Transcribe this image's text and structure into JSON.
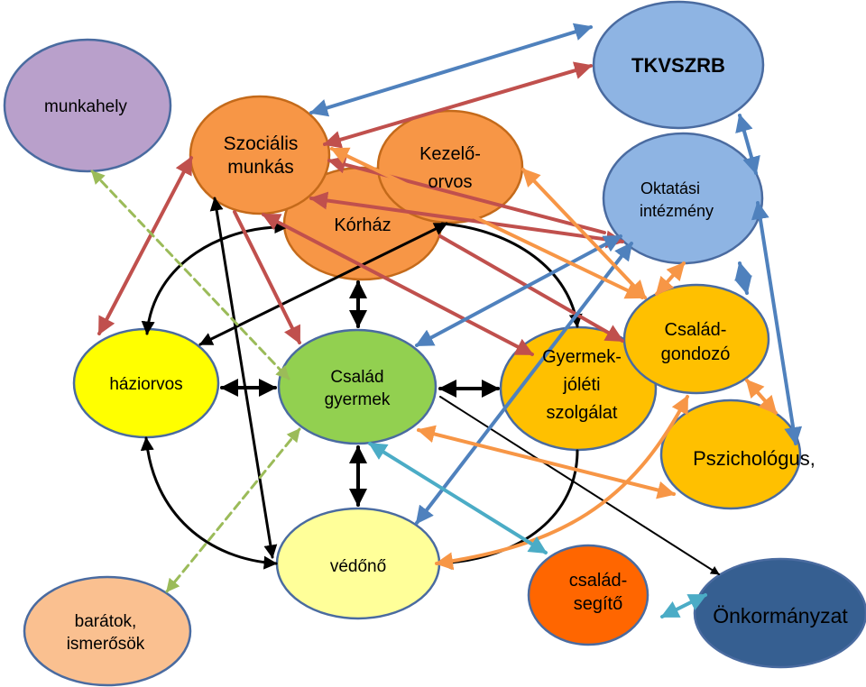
{
  "nodes": {
    "munkahely": {
      "label": "munkahely",
      "fill": "#b9a0cb"
    },
    "szocialis": {
      "line1": "Szociális",
      "line2": "munkás",
      "fill": "#f79646"
    },
    "kezelo": {
      "line1": "Kezelő-",
      "line2": "orvos",
      "fill": "#f79646"
    },
    "korhaz": {
      "label": "Kórház",
      "fill": "#f79646"
    },
    "tkvszrb": {
      "label": "TKVSZRB",
      "fill": "#8eb4e3"
    },
    "oktatasi": {
      "line1": "Oktatási",
      "line2": "intézmény",
      "fill": "#8eb4e3"
    },
    "haziorvos": {
      "label": "háziorvos",
      "fill": "#ffff00"
    },
    "csalad": {
      "line1": "Család",
      "line2": "gyermek",
      "fill": "#92d050"
    },
    "gyermekjoleti": {
      "line1": "Gyermek-",
      "line2": "jóléti",
      "line3": "szolgálat",
      "fill": "#ffc000"
    },
    "csaladgondozo": {
      "line1": "Család-",
      "line2": "gondozó",
      "fill": "#ffc000"
    },
    "pszichologus": {
      "label": "Pszichológus,",
      "fill": "#ffc000"
    },
    "vedono": {
      "label": "védőnő",
      "fill": "#ffff99"
    },
    "csaladsegito": {
      "line1": "család-",
      "line2": "segítő",
      "fill": "#ff6600"
    },
    "onkormanyzat": {
      "label": "Önkormányzat",
      "fill": "#365f91"
    },
    "baratok": {
      "line1": "barátok,",
      "line2": "ismerősök",
      "fill": "#fac090"
    }
  },
  "colors": {
    "black": "#000000",
    "red": "#c0504d",
    "blue": "#4f81bd",
    "orange": "#f79646",
    "teal": "#4bacc6",
    "green": "#9bbb59"
  }
}
